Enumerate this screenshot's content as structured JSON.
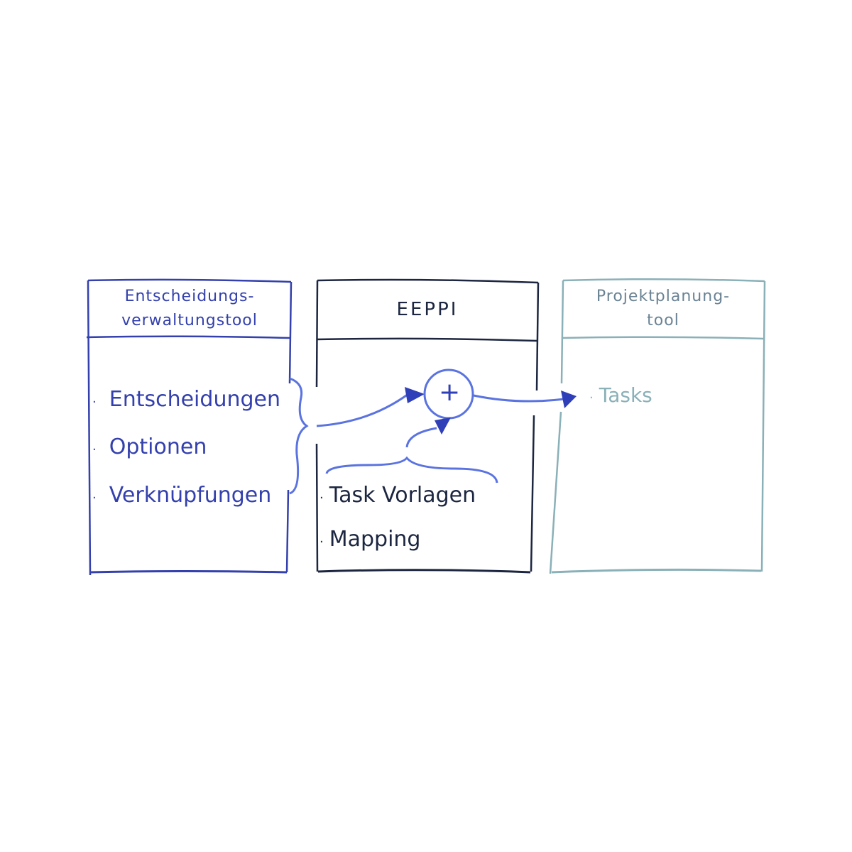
{
  "colors": {
    "left": "#3340ad",
    "middle": "#1c2640",
    "right": "#8ab0b8",
    "arrow": "#5a73e0",
    "arrow_head": "#2f3fb8"
  },
  "left_box": {
    "title_line1": "Entscheidungs-",
    "title_line2": "verwaltungstool",
    "items": [
      "Entscheidungen",
      "Optionen",
      "Verknüpfungen"
    ]
  },
  "middle_box": {
    "title": "EEPPI",
    "combine_symbol": "+",
    "items": [
      "Task Vorlagen",
      "Mapping"
    ]
  },
  "right_box": {
    "title_line1": "Projektplanung-",
    "title_line2": "tool",
    "items": [
      "Tasks"
    ]
  },
  "bullet": "·"
}
